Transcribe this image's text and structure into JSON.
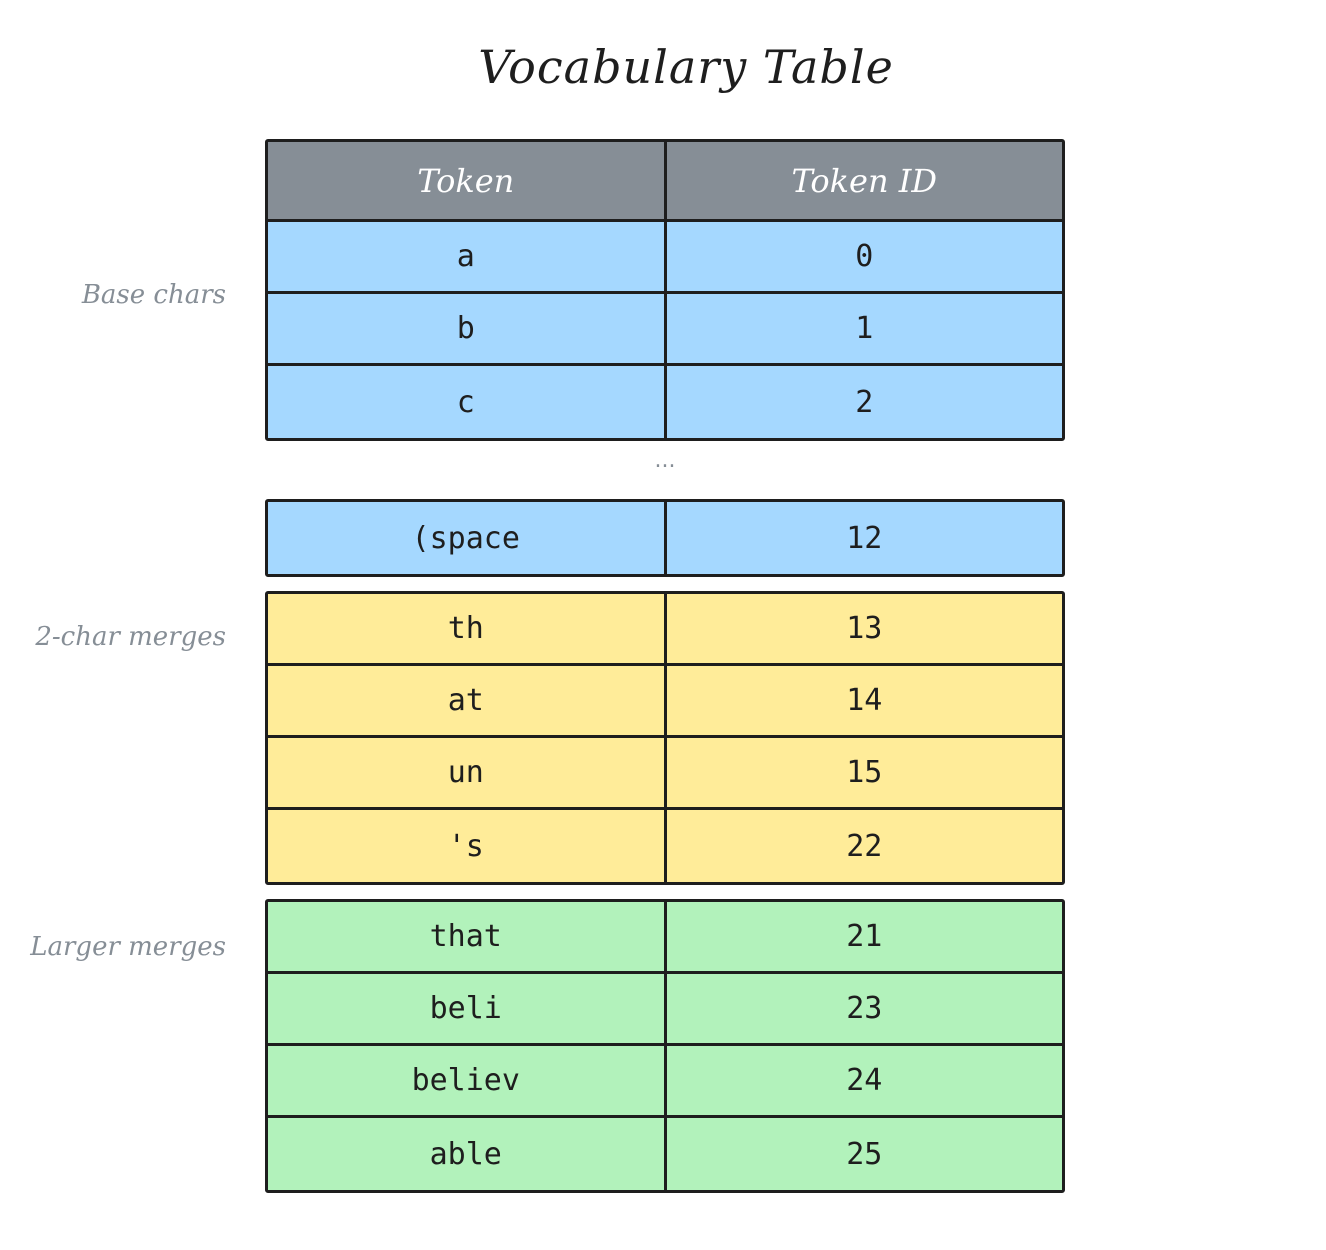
{
  "title": "Vocabulary Table",
  "colors": {
    "header": "#868e96",
    "base": "#a5d8ff",
    "two_char": "#ffec99",
    "larger": "#b2f2bb",
    "stroke": "#1e1e1e",
    "label": "#868e96"
  },
  "labels": {
    "base_chars": "Base chars",
    "two_char_merges": "2-char merges",
    "larger_merges": "Larger merges"
  },
  "header": {
    "token": "Token",
    "token_id": "Token ID"
  },
  "ellipsis": "...",
  "base_rows": [
    {
      "token": "a",
      "id": "0"
    },
    {
      "token": "b",
      "id": "1"
    },
    {
      "token": "c",
      "id": "2"
    }
  ],
  "space_row": {
    "token": "(space",
    "id": "12"
  },
  "two_char_rows": [
    {
      "token": "th",
      "id": "13"
    },
    {
      "token": "at",
      "id": "14"
    },
    {
      "token": "un",
      "id": "15"
    },
    {
      "token": "'s",
      "id": "22"
    }
  ],
  "larger_rows": [
    {
      "token": "that",
      "id": "21"
    },
    {
      "token": "beli",
      "id": "23"
    },
    {
      "token": "believ",
      "id": "24"
    },
    {
      "token": "able",
      "id": "25"
    }
  ]
}
